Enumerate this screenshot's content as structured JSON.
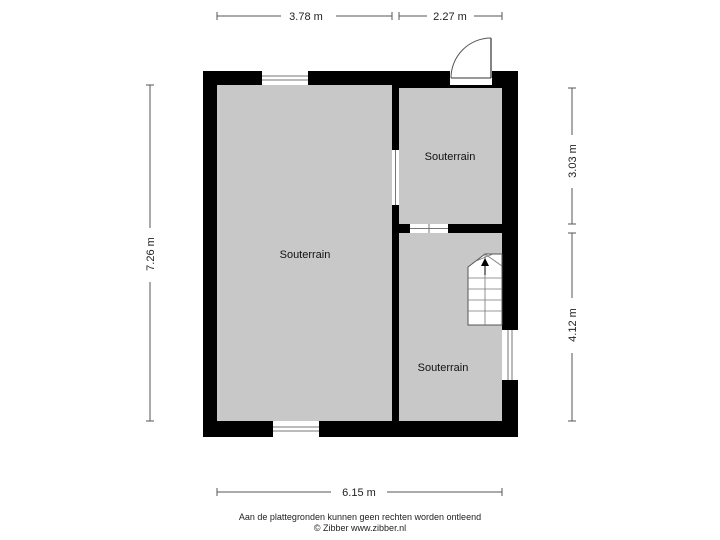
{
  "dimensions": {
    "top_left": "3.78 m",
    "top_right": "2.27 m",
    "left": "7.26 m",
    "right_top": "3.03 m",
    "right_bottom": "4.12 m",
    "bottom": "6.15 m"
  },
  "rooms": {
    "large": "Souterrain",
    "top_right": "Souterrain",
    "bottom_right": "Souterrain"
  },
  "footer": {
    "disclaimer": "Aan de plattegronden kunnen geen rechten worden ontleend",
    "copyright": "© Zibber www.zibber.nl"
  },
  "colors": {
    "wall": "#000000",
    "floor": "#c8c8c8",
    "dimension_line": "#555555"
  }
}
